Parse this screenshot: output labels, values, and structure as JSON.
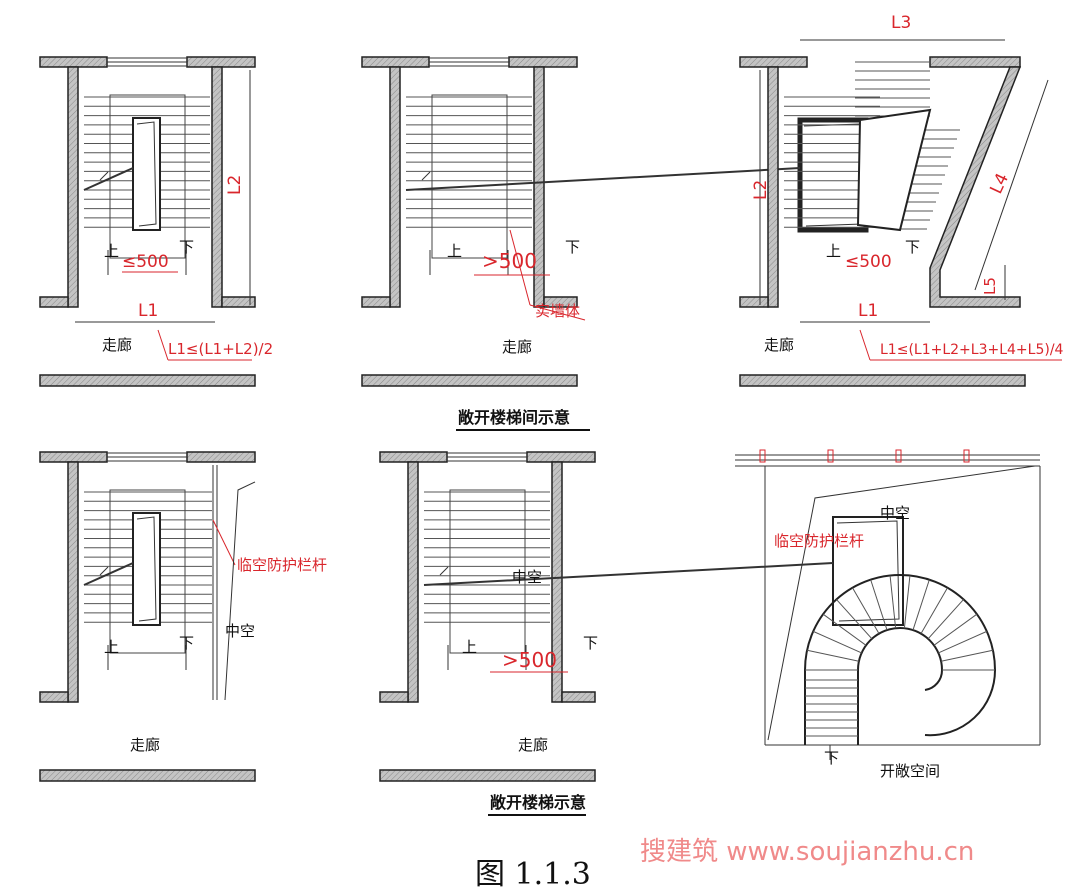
{
  "colors": {
    "annotation": "#d9262c",
    "wall_fill": "#b8b8b8",
    "line": "#222222",
    "watermark": "#f08a8a"
  },
  "panel1": {
    "up": "上",
    "down": "下",
    "dim": "≤500",
    "l1": "L1",
    "l2": "L2",
    "corridor": "走廊",
    "formula": "L1≤(L1+L2)/2"
  },
  "panel2": {
    "up": "上",
    "down": "下",
    "dim": ">500",
    "solid_wall": "实墙体",
    "corridor": "走廊"
  },
  "panel3": {
    "up": "上",
    "down": "下",
    "dim": "≤500",
    "l1": "L1",
    "l2": "L2",
    "l3": "L3",
    "l4": "L4",
    "l5": "L5",
    "corridor": "走廊",
    "formula": "L1≤(L1+L2+L3+L4+L5)/4"
  },
  "caption_top": "敞开楼梯间示意",
  "panel4": {
    "up": "上",
    "down": "下",
    "railing": "临空防护栏杆",
    "void": "中空",
    "corridor": "走廊"
  },
  "panel5": {
    "up": "上",
    "down": "下",
    "dim": ">500",
    "void": "中空",
    "corridor": "走廊"
  },
  "panel6": {
    "void": "中空",
    "railing": "临空防护栏杆",
    "down": "下",
    "open_space": "开敞空间"
  },
  "caption_bottom": "敞开楼梯示意",
  "figure_label": "图 1.1.3",
  "watermark": "搜建筑 www.soujianzhu.cn"
}
